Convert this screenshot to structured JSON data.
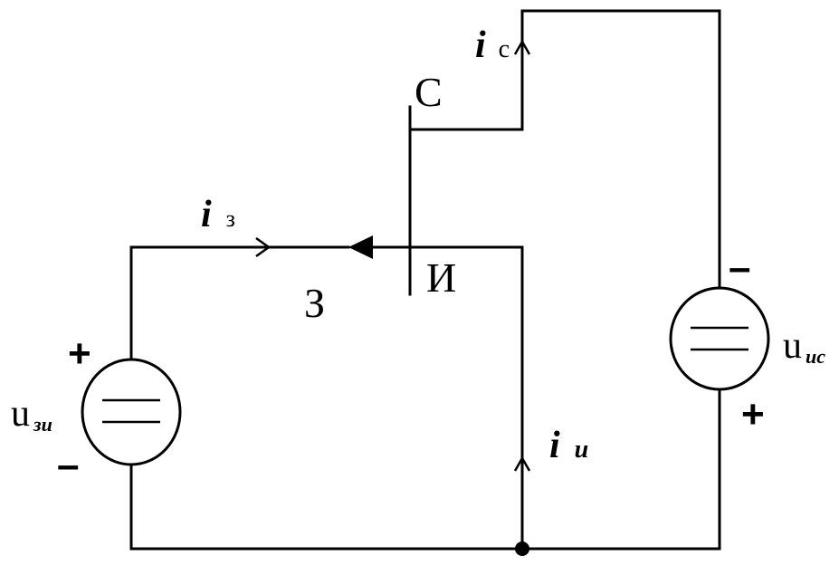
{
  "terminals": {
    "drain": "С",
    "source": "И",
    "gate": "З"
  },
  "currents": {
    "gate": {
      "symbol": "i",
      "subscript": "з"
    },
    "drain": {
      "symbol": "i",
      "subscript": "с"
    },
    "source": {
      "symbol": "i",
      "subscript": "и"
    }
  },
  "sources": {
    "gate_source": {
      "symbol": "u",
      "subscript": "зи",
      "plus": "+",
      "minus": "–"
    },
    "drain_source": {
      "symbol": "u",
      "subscript": "ис",
      "plus": "+",
      "minus": "–"
    }
  }
}
